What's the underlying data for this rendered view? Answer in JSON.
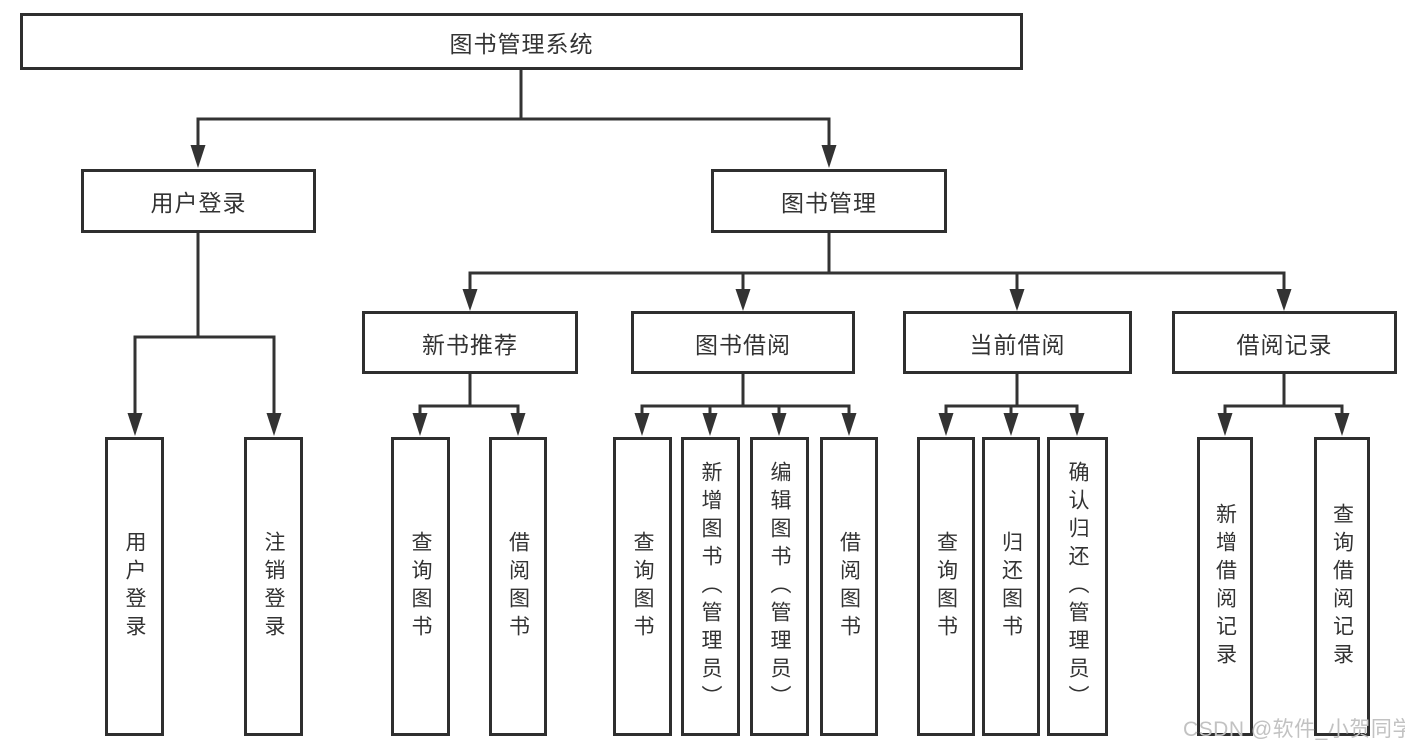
{
  "diagram": {
    "type": "hierarchy-tree",
    "root": {
      "label": "图书管理系统"
    },
    "branches": [
      {
        "label": "用户登录",
        "children": [
          {
            "label": "用户登录"
          },
          {
            "label": "注销登录"
          }
        ]
      },
      {
        "label": "图书管理",
        "children": [
          {
            "label": "新书推荐",
            "children": [
              {
                "label": "查询图书"
              },
              {
                "label": "借阅图书"
              }
            ]
          },
          {
            "label": "图书借阅",
            "children": [
              {
                "label": "查询图书"
              },
              {
                "label": "新增图书（管理员）"
              },
              {
                "label": "编辑图书（管理员）"
              },
              {
                "label": "借阅图书"
              }
            ]
          },
          {
            "label": "当前借阅",
            "children": [
              {
                "label": "查询图书"
              },
              {
                "label": "归还图书"
              },
              {
                "label": "确认归还（管理员）"
              }
            ]
          },
          {
            "label": "借阅记录",
            "children": [
              {
                "label": "新增借阅记录"
              },
              {
                "label": "查询借阅记录"
              }
            ]
          }
        ]
      }
    ]
  },
  "watermark": {
    "text": "CSDN @软件_小贺同学"
  },
  "colors": {
    "background": "#ffffff",
    "box_border": "#2f2f2f",
    "line": "#333333",
    "text": "#333333",
    "watermark": "#c2c2c2"
  }
}
